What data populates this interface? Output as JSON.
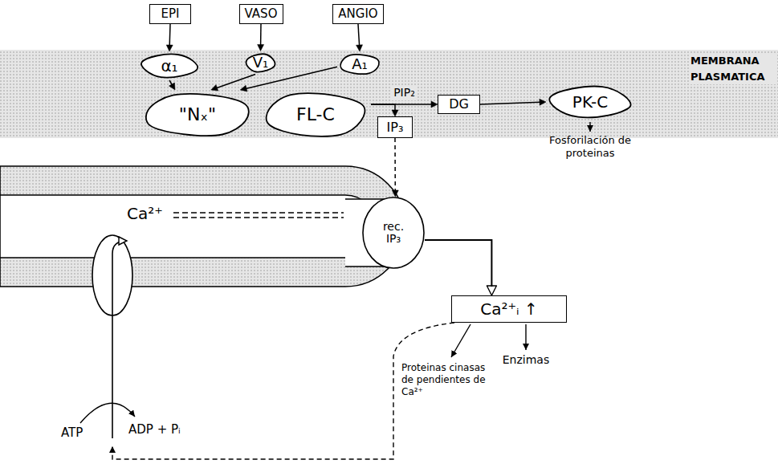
{
  "diagram": {
    "nodes": [
      {
        "text": [
          "EPI"
        ]
      },
      {
        "text": [
          "VASO"
        ]
      },
      {
        "text": [
          "ANGIO"
        ]
      },
      {
        "text": [
          "α₁"
        ]
      },
      {
        "text": [
          "V₁"
        ]
      },
      {
        "text": [
          "A₁"
        ]
      },
      {
        "text": [
          "\"Nₓ\""
        ]
      },
      {
        "text": [
          "FL-C"
        ]
      },
      {
        "text": [
          "DG"
        ]
      },
      {
        "text": [
          "PK-C"
        ]
      },
      {
        "text": [
          "IP₃"
        ]
      },
      {
        "text": [
          "rec. IP₃"
        ]
      },
      {
        "text": [
          "Ca²⁺ᵢ ↑"
        ]
      }
    ],
    "edges": [
      {
        "from": 0,
        "to": 3,
        "arrow": "to"
      },
      {
        "from": 1,
        "to": 4,
        "arrow": "to"
      },
      {
        "from": 2,
        "to": 5,
        "arrow": "to"
      },
      {
        "from": 3,
        "to": 6,
        "arrow": "to"
      },
      {
        "from": 4,
        "to": 6,
        "arrow": "to"
      },
      {
        "from": 5,
        "to": 6,
        "arrow": "to"
      },
      {
        "from": 7,
        "to": 8,
        "label": "PIP₂",
        "arrow": "to"
      },
      {
        "from": 7,
        "to": 10,
        "arrow": "to"
      },
      {
        "from": 8,
        "to": 9,
        "arrow": "to"
      },
      {
        "from": 10,
        "to": 11,
        "arrow": "to"
      },
      {
        "from": 11,
        "to": 12,
        "arrow": "to"
      }
    ],
    "labels": [
      "MEMBRANA PLASMATICA",
      "Fosforilación de proteinas",
      "Ca²⁺",
      "Enzimas",
      "Proteinas cinasas de pendientes de Ca²⁺",
      "ATP",
      "ADP + Pᵢ"
    ]
  }
}
